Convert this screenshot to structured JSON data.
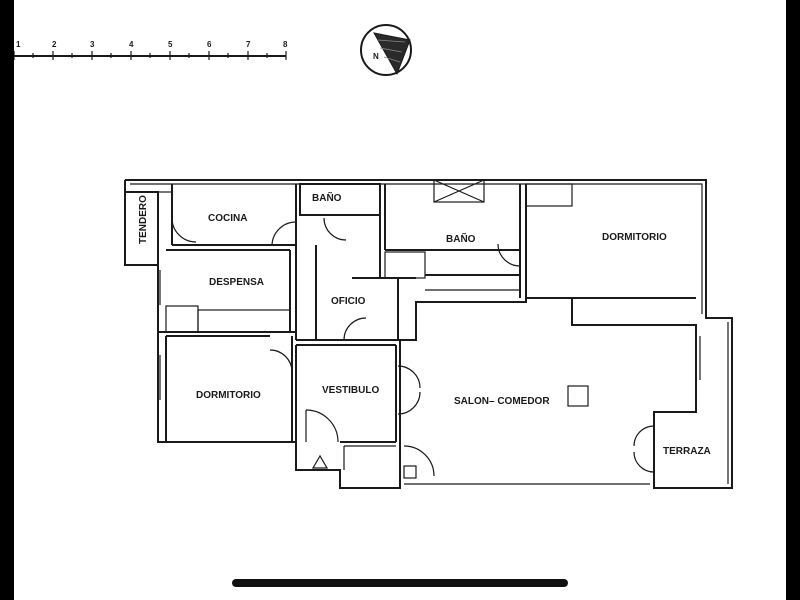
{
  "scale_bar": {
    "ticks": [
      "1",
      "2",
      "3",
      "4",
      "5",
      "6",
      "7",
      "8"
    ]
  },
  "north_arrow": {
    "letter": "N"
  },
  "rooms": {
    "tendero": "TENDERO",
    "cocina": "COCINA",
    "bano_small": "BAÑO",
    "bano_main": "BAÑO",
    "dormitorio_right": "DORMITORIO",
    "despensa": "DESPENSA",
    "oficio": "OFICIO",
    "dormitorio_left": "DORMITORIO",
    "vestibulo": "VESTIBULO",
    "salon_comedor": "SALON– COMEDOR",
    "terraza": "TERRAZA"
  },
  "colors": {
    "line": "#1a1a1a",
    "background": "#ffffff",
    "frame": "#000000"
  }
}
